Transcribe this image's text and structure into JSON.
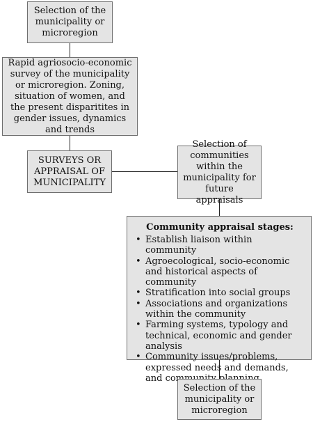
{
  "nodes": {
    "top": "Selection of the municipality or microregion",
    "survey": "Rapid agriosocio-economic survey of the municipality or microregion. Zoning, situation of women, and the present disparitites in gender issues, dynamics and trends",
    "appraisal": "SURVEYS OR APPRAISAL OF MUNICIPALITY",
    "communities": "Selection of communities within the municipality for future appraisals",
    "stages_title": "Community appraisal stages:",
    "stages": [
      "Establish liaison within community",
      "Agroecological, socio-economic and historical aspects of community",
      "Stratification into social groups",
      "Associations and organizations within the community",
      "Farming systems, typology and technical, economic and gender analysis",
      "Community issues/problems, expressed needs and demands, and community planning"
    ],
    "bottom": "Selection of the municipality or microregion"
  }
}
